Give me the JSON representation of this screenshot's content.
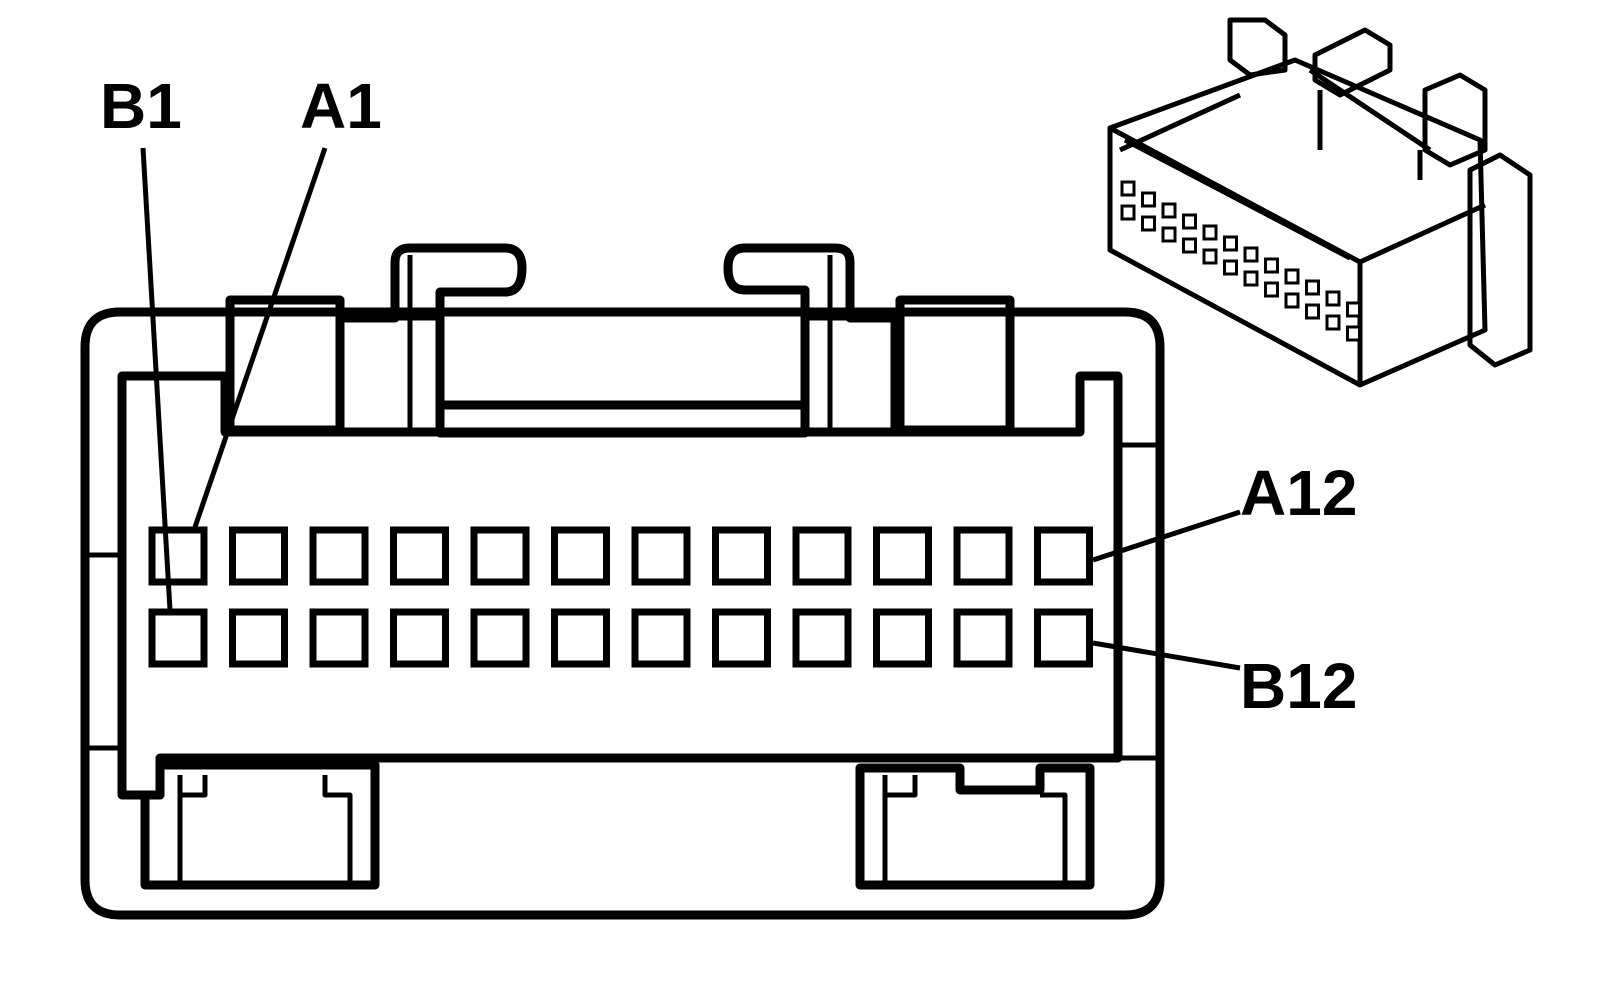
{
  "labels": {
    "b1": "B1",
    "a1": "A1",
    "a12": "A12",
    "b12": "B12"
  },
  "connector": {
    "rows": 2,
    "cavities_per_row": 12
  }
}
